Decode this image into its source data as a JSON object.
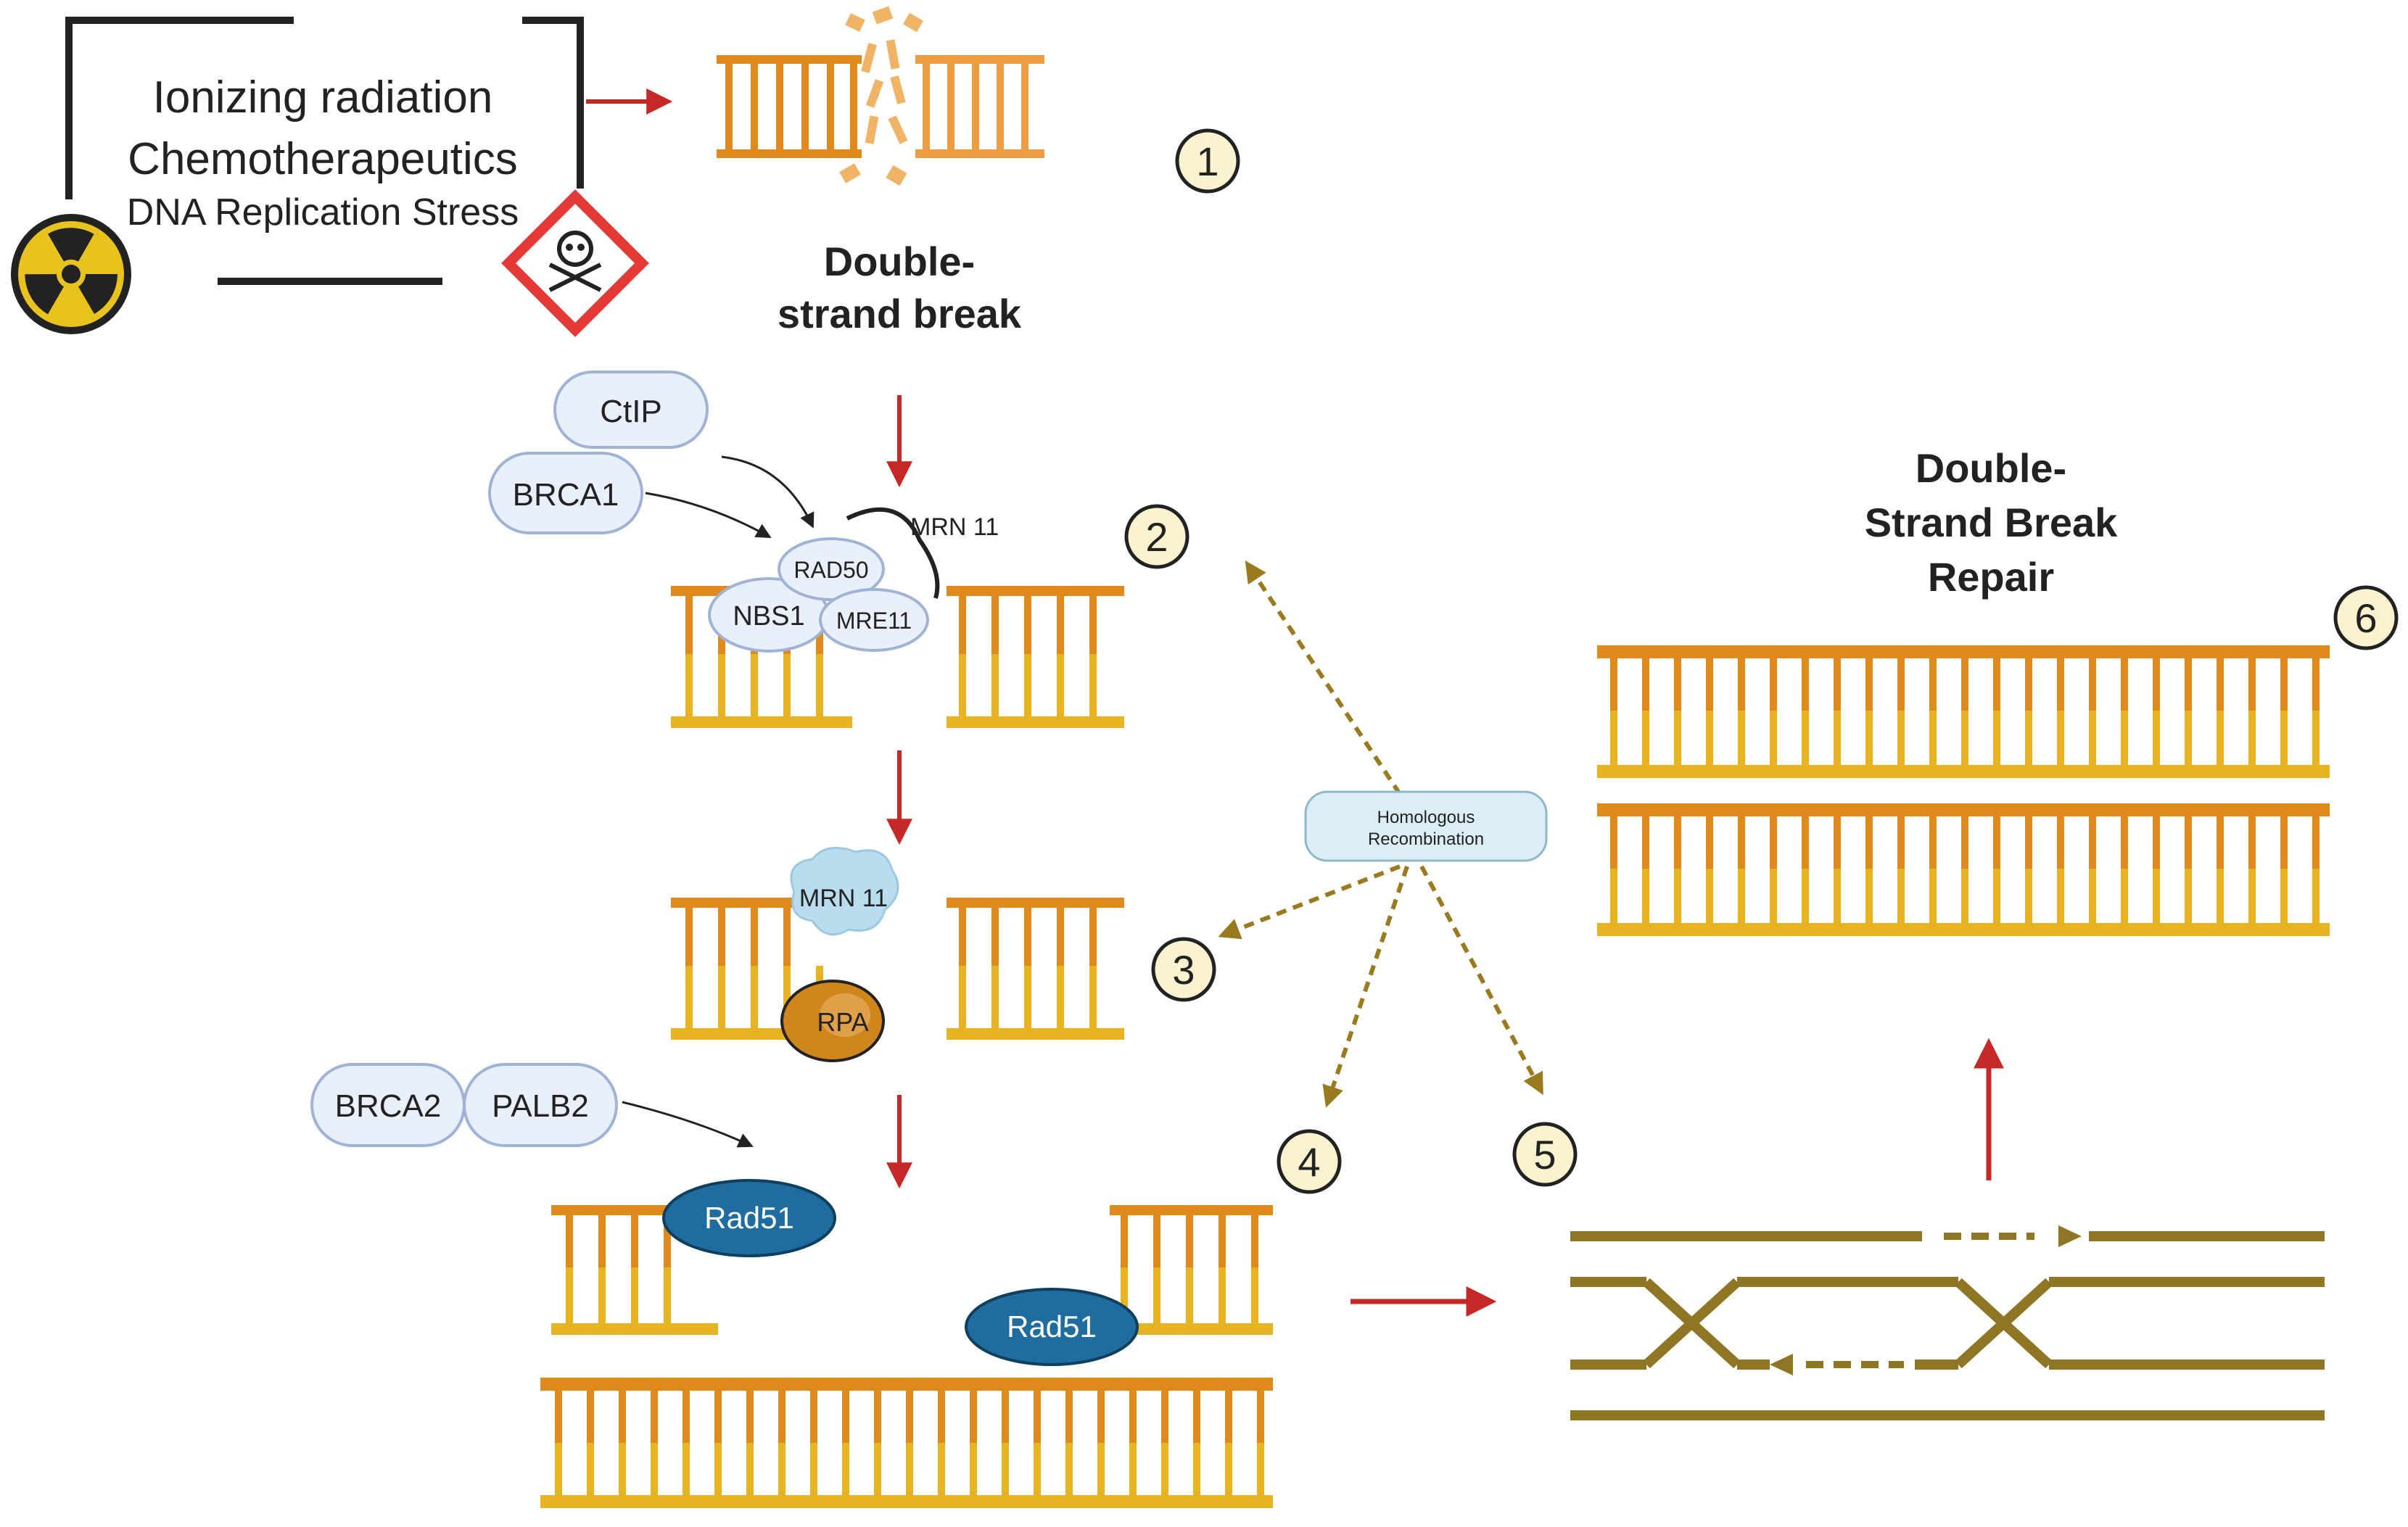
{
  "causes": {
    "line1": "Ionizing radiation",
    "line2": "Chemotherapeutics",
    "line3": "DNA Replication Stress",
    "radiation_icon": "radiation-hazard-icon",
    "toxic_icon": "skull-crossbones-icon"
  },
  "dsb_title": {
    "line1": "Double-",
    "line2": "strand break"
  },
  "proteins": {
    "ctip": "CtIP",
    "brca1": "BRCA1",
    "rad50": "RAD50",
    "nbs1": "NBS1",
    "mre11": "MRE11",
    "mrn_label": "MRN 11",
    "mrn_complex": "MRN 11",
    "rpa": "RPA",
    "brca2": "BRCA2",
    "palb2": "PALB2",
    "rad51_a": "Rad51",
    "rad51_b": "Rad51"
  },
  "hr_box": {
    "line1": "Homologous",
    "line2": "Recombination"
  },
  "steps": [
    "1",
    "2",
    "3",
    "4",
    "5",
    "6"
  ],
  "repair_title": {
    "line1": "Double-",
    "line2": "Strand Break",
    "line3": "Repair"
  },
  "colors": {
    "strand_orange": "#e08a1e",
    "strand_yellow": "#e6b422",
    "red_arrow": "#c62828",
    "hr_arrow": "#9a7a1f",
    "protein_fill": "#e9f0fb",
    "protein_stroke": "#9fb3d6",
    "rad51_fill": "#1f6d9e",
    "rpa_fill": "#d1861c",
    "step_fill": "#fbf3cf",
    "hr_box_fill": "#dbeef5",
    "holliday": "#8f7624"
  }
}
